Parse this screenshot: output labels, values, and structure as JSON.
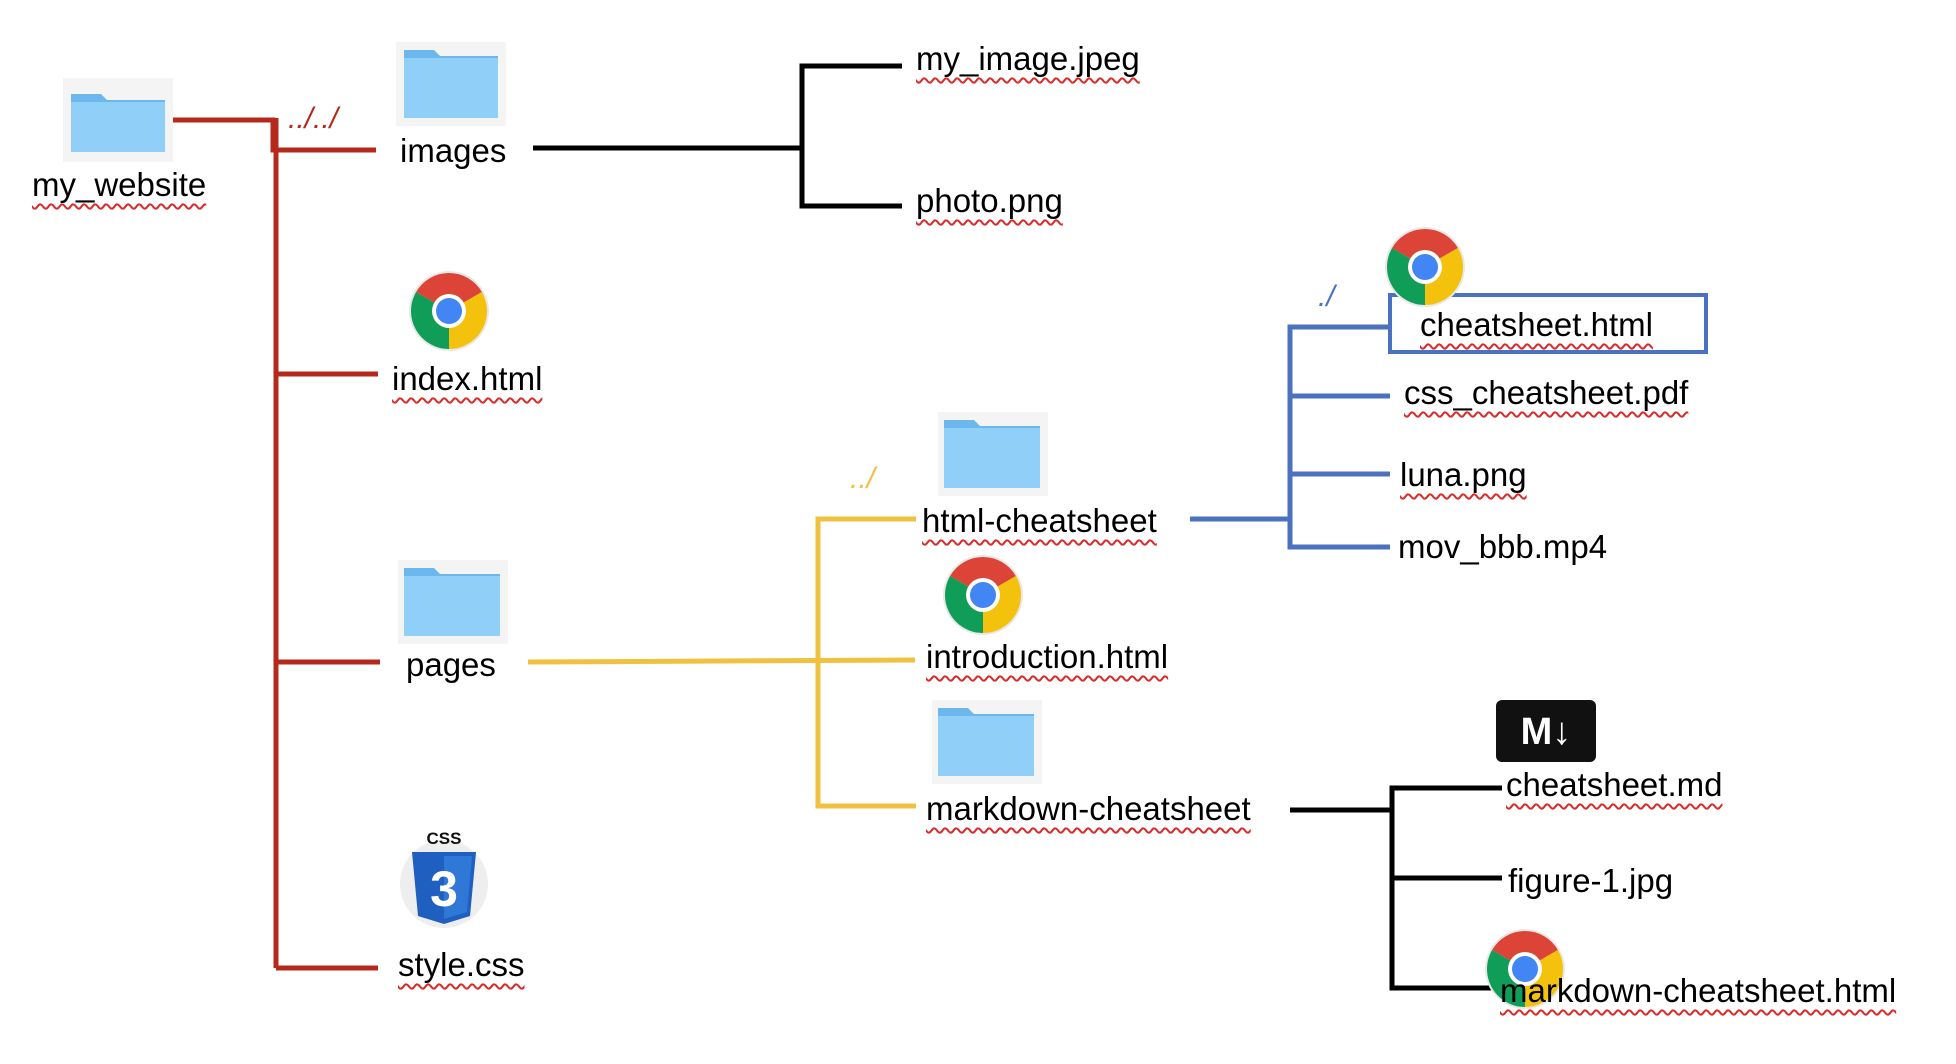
{
  "colors": {
    "root_branch": "#b5281c",
    "pages_branch": "#f0c040",
    "html_cheatsheet_branch": "#4a72c0",
    "black_branch": "#000000",
    "folder_light": "#8fcff8",
    "folder_dark": "#6cb8ee"
  },
  "nodes": {
    "my_website": "my_website",
    "images": "images",
    "my_image": "my_image.jpeg",
    "photo": "photo.png",
    "index": "index.html",
    "pages": "pages",
    "html_cheatsheet": "html-cheatsheet",
    "cheatsheet_html": "cheatsheet.html",
    "css_cheatsheet": "css_cheatsheet.pdf",
    "luna": "luna.png",
    "mov": "mov_bbb.mp4",
    "introduction": "introduction.html",
    "markdown_cheatsheet": "markdown-cheatsheet",
    "cheatsheet_md": "cheatsheet.md",
    "figure": "figure-1.jpg",
    "markdown_cheatsheet_html": "markdown-cheatsheet.html",
    "style": "style.css"
  },
  "paths": {
    "up_two": "../../",
    "up_one": "../",
    "current": "./"
  },
  "icons": {
    "markdown_badge": "M↓",
    "css_badge_label": "CSS",
    "css_shield_number": "3"
  }
}
